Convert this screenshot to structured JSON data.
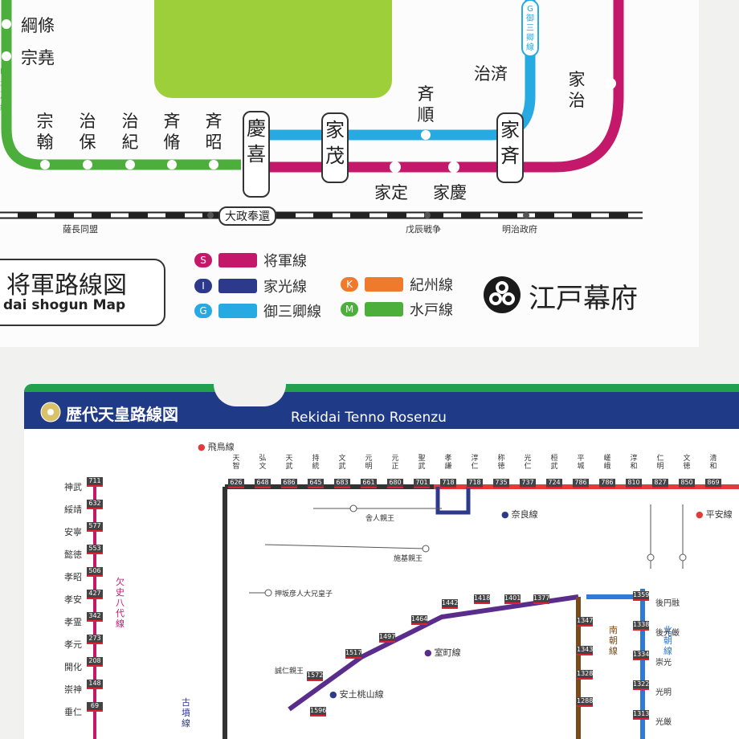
{
  "top_map": {
    "left_column_labels": [
      "綱條",
      "宗堯"
    ],
    "left_line_mark": "M 水戸線",
    "bottom_row_stations": [
      "宗翰",
      "治保",
      "治紀",
      "斉脩",
      "斉昭"
    ],
    "boxed_stations": [
      {
        "id": "keiki",
        "label": "慶喜"
      },
      {
        "id": "iemochi",
        "label": "家茂"
      },
      {
        "id": "ienari",
        "label": "家斉"
      }
    ],
    "nariyuki": "斉順",
    "harusada": "治済",
    "ieharu": "家治",
    "iesada": "家定",
    "ieyoshi": "家慶",
    "gosankyo_mark": "G 御三卿線",
    "timeline_labels": [
      "大政奉還",
      "薩長同盟",
      "戊辰戦争",
      "明治政府"
    ],
    "title_jp": "将軍路線図",
    "title_en": "dai shogun Map",
    "legend": [
      {
        "code": "S",
        "name": "将軍線",
        "color": "#c4196b"
      },
      {
        "code": "I",
        "name": "家光線",
        "color": "#2d3a8c"
      },
      {
        "code": "G",
        "name": "御三卿線",
        "color": "#27a9e1"
      },
      {
        "code": "K",
        "name": "紀州線",
        "color": "#f07a2b"
      },
      {
        "code": "M",
        "name": "水戸線",
        "color": "#4caf3c"
      }
    ],
    "brand": "江戸幕府",
    "colors": {
      "shogun": "#c4196b",
      "gosankyo": "#27a9e1",
      "mito": "#4caf3c",
      "green_block": "#9dcf3a"
    }
  },
  "bottom_map": {
    "title_jp": "歴代天皇路線図",
    "title_en": "Rekidai Tenno Rosenzu",
    "top_row_names": [
      "天智",
      "弘文",
      "天武",
      "持統",
      "文武",
      "元明",
      "元正",
      "聖武",
      "孝謙",
      "淳仁",
      "称徳",
      "光仁",
      "桓武",
      "平城",
      "嵯峨",
      "淳和",
      "仁明",
      "文徳",
      "清和"
    ],
    "top_row_numbers": [
      "626",
      "648",
      "686",
      "645",
      "683",
      "661",
      "680",
      "701",
      "718",
      "718",
      "735",
      "737",
      "724",
      "786",
      "786",
      "810",
      "827",
      "850",
      "869"
    ],
    "left_column_names": [
      "神武",
      "綏靖",
      "安寧",
      "懿徳",
      "孝昭",
      "孝安",
      "孝霊",
      "孝元",
      "開化",
      "崇神",
      "垂仁"
    ],
    "left_column_numbers": [
      "711",
      "632",
      "577",
      "553",
      "506",
      "427",
      "342",
      "273",
      "208",
      "148",
      "69"
    ],
    "line_labels": [
      "飛鳥線",
      "奈良線",
      "平安線",
      "欠史八代線",
      "室町線",
      "安土桃山線",
      "南朝線",
      "北朝線",
      "古墳線"
    ],
    "branch_labels": [
      "舎人親王",
      "施基親王",
      "押坂彦人大兄皇子",
      "誠仁親王"
    ],
    "right_stack": [
      {
        "num": "1359",
        "name": "後円融"
      },
      {
        "num": "1338",
        "name": "後光厳"
      },
      {
        "num": "1334",
        "name": "崇光"
      },
      {
        "num": "1322",
        "name": "光明"
      },
      {
        "num": "1313",
        "name": "光厳"
      }
    ],
    "middle_numbers": [
      "1442",
      "1418",
      "1401",
      "1377",
      "1464",
      "1497",
      "1517",
      "1572",
      "1596",
      "1347",
      "1343",
      "1328",
      "1288"
    ],
    "colors": {
      "header": "#1f3a86",
      "stripe": "#22a04b",
      "asuka": "#333333",
      "nara": "#2d3a8c",
      "heian": "#e23b3b",
      "muromachi": "#5a2d8c",
      "kitachou": "#2f7ad6",
      "minamichou": "#7a4a1a"
    }
  }
}
